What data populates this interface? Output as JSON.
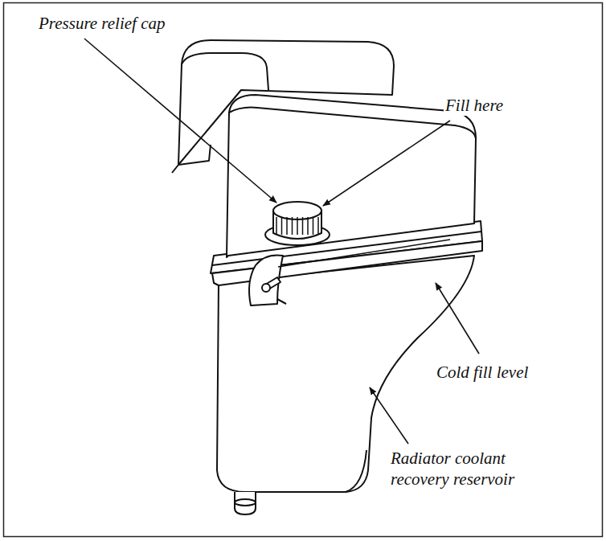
{
  "diagram": {
    "labels": [
      "Pressure relief cap",
      "Fill here",
      "Cold fill level",
      "Radiator coolant recovery reservoir"
    ]
  }
}
